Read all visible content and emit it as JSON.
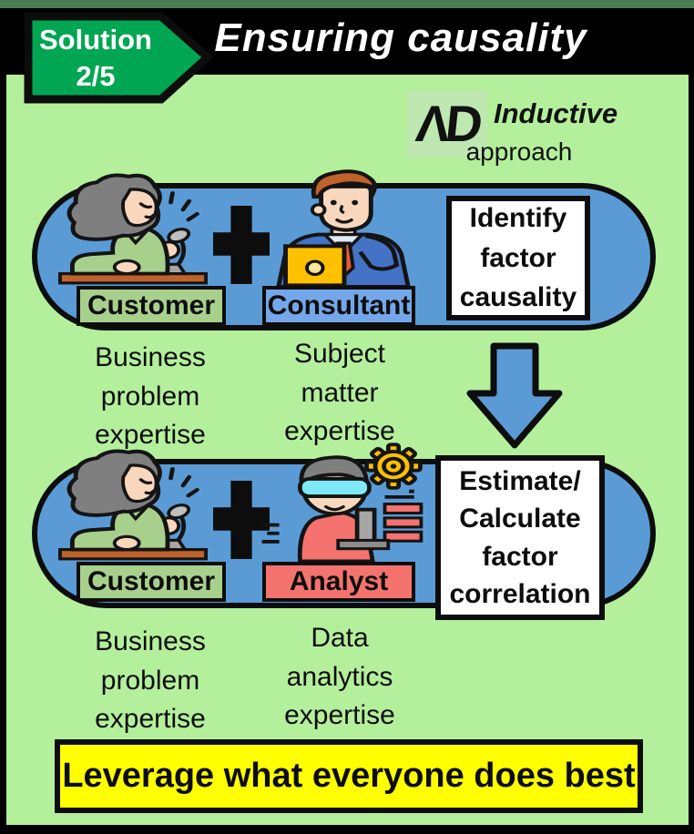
{
  "header": {
    "title": "Ensuring causality",
    "badge": {
      "line1": "Solution",
      "line2": "2/5"
    }
  },
  "logo": {
    "monogram": "ΛD",
    "name": "Inductive",
    "subtitle": "approach"
  },
  "stage1": {
    "left": {
      "label": "Customer",
      "expertise": "Business\nproblem\nexpertise"
    },
    "right": {
      "label": "Consultant",
      "expertise": "Subject\nmatter\nexpertise"
    },
    "output": "Identify\nfactor\ncausality"
  },
  "stage2": {
    "left": {
      "label": "Customer",
      "expertise": "Business\nproblem\nexpertise"
    },
    "right": {
      "label": "Analyst",
      "expertise": "Data\nanalytics\nexpertise"
    },
    "output": "Estimate/\nCalculate\nfactor\ncorrelation"
  },
  "footer": {
    "message": "Leverage what everyone does best"
  },
  "icons": {
    "badge_shape": "solution-arrow-badge-icon",
    "plus": "plus-icon",
    "flow": "arrow-down-icon",
    "stage1_left": "customer-person-icon",
    "stage1_right": "consultant-person-icon",
    "stage2_left": "customer-person-icon",
    "stage2_right": "analyst-person-icon",
    "gear": "gear-icon",
    "monogram": "company-monogram-icon"
  },
  "colors": {
    "badge_green": "#00A651",
    "panel_green": "#B4F09C",
    "frame_green": "#4C7A52",
    "header_black": "#000000",
    "pill_blue": "#5B9BD5",
    "customer_label_green": "#A8D08D",
    "consultant_label_blue": "#74A7E9",
    "analyst_label_salmon": "#F4736E",
    "arrow_blue": "#5B9BD5",
    "highlight_yellow": "#FFFF00",
    "outcome_box_white": "#FFFFFF"
  }
}
